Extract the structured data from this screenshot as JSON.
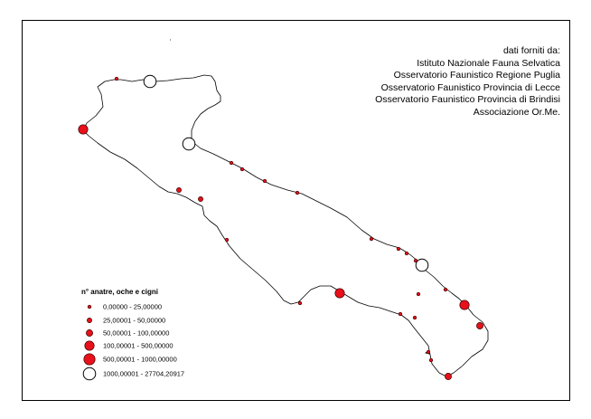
{
  "credits": {
    "heading": "dati forniti da:",
    "lines": [
      "Istituto Nazionale Fauna Selvatica",
      "Osservatorio Faunistico Regione Puglia",
      "Osservatorio Faunistico Provincia di Lecce",
      "Osservatorio Faunistico Provincia di Brindisi",
      "Associazione Or.Me."
    ]
  },
  "legend": {
    "title": "n° anatre, oche e cigni",
    "classes": [
      {
        "label": "0,00000 - 25,00000",
        "class": 1
      },
      {
        "label": "25,00001 - 50,00000",
        "class": 2
      },
      {
        "label": "50,00001 - 100,00000",
        "class": 3
      },
      {
        "label": "100,00001 - 500,00000",
        "class": 4
      },
      {
        "label": "500,00001 - 1000,00000",
        "class": 5
      },
      {
        "label": "1000,00001 - 27704,20917",
        "class": 6
      }
    ]
  },
  "colors": {
    "fill": "#e8101a",
    "stroke": "#3a0000",
    "coast": "#000000"
  },
  "sites": [
    {
      "name": "site-1",
      "class": 1
    },
    {
      "name": "site-2",
      "class": 6
    },
    {
      "name": "site-3",
      "class": 4
    },
    {
      "name": "site-4",
      "class": 6
    },
    {
      "name": "site-5",
      "class": 1
    },
    {
      "name": "site-6",
      "class": 1
    },
    {
      "name": "site-7",
      "class": 1
    },
    {
      "name": "site-8",
      "class": 1
    },
    {
      "name": "site-9",
      "class": 2
    },
    {
      "name": "site-10",
      "class": 2
    },
    {
      "name": "site-11",
      "class": 1
    },
    {
      "name": "site-12",
      "class": 1
    },
    {
      "name": "site-13",
      "class": 1
    },
    {
      "name": "site-14",
      "class": 1
    },
    {
      "name": "site-15",
      "class": 1
    },
    {
      "name": "site-16",
      "class": 6
    },
    {
      "name": "site-17",
      "class": 1
    },
    {
      "name": "site-18",
      "class": 4
    },
    {
      "name": "site-19",
      "class": 1
    },
    {
      "name": "site-20",
      "class": 1
    },
    {
      "name": "site-21",
      "class": 4
    },
    {
      "name": "site-22",
      "class": 3
    },
    {
      "name": "site-23",
      "class": 1
    },
    {
      "name": "site-24",
      "class": 1
    },
    {
      "name": "site-25",
      "class": 1
    },
    {
      "name": "site-26",
      "class": 1
    },
    {
      "name": "site-27",
      "class": 3
    }
  ]
}
